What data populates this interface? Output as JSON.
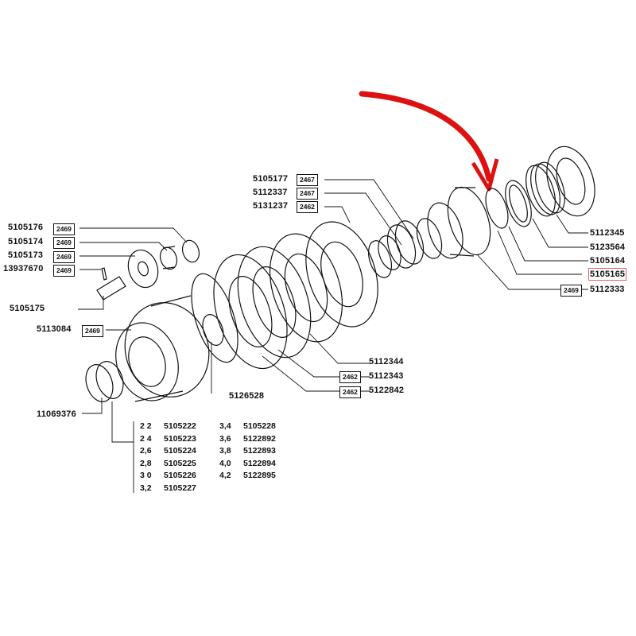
{
  "diagram": {
    "labels": {
      "p5105176": "5105176",
      "p5105174": "5105174",
      "p5105173": "5105173",
      "p13937670": "13937670",
      "p5105175": "5105175",
      "p5113084": "5113084",
      "p11069376": "11069376",
      "p5126528": "5126528",
      "p5105177": "5105177",
      "p5112337": "5112337",
      "p5131237": "5131237",
      "p5112344": "5112344",
      "p5112343": "5112343",
      "p5122842": "5122842",
      "p5112345": "5112345",
      "p5123564": "5123564",
      "p5105164": "5105164",
      "p5105165": "5105165",
      "p5112333": "5112333"
    },
    "boxes": {
      "b2469_a": "2469",
      "b2469_b": "2469",
      "b2469_c": "2469",
      "b2469_d": "2469",
      "b2469_e": "2469",
      "b2469_f": "2469",
      "b2467_a": "2467",
      "b2467_b": "2467",
      "b2462_a": "2462",
      "b2462_b": "2462",
      "b2462_c": "2462"
    },
    "size_table": {
      "left": [
        {
          "k": "2 2",
          "v": "5105222"
        },
        {
          "k": "2 4",
          "v": "5105223"
        },
        {
          "k": "2,6",
          "v": "5105224"
        },
        {
          "k": "2,8",
          "v": "5105225"
        },
        {
          "k": "3 0",
          "v": "5105226"
        },
        {
          "k": "3,2",
          "v": "5105227"
        }
      ],
      "right": [
        {
          "k": "3,4",
          "v": "5105228"
        },
        {
          "k": "3,6",
          "v": "5122892"
        },
        {
          "k": "3,8",
          "v": "5122893"
        },
        {
          "k": "4,0",
          "v": "5122894"
        },
        {
          "k": "4,2",
          "v": "5122895"
        }
      ]
    },
    "colors": {
      "line": "#111111",
      "arrow": "#dd1111",
      "highlight": "#e06060"
    }
  }
}
